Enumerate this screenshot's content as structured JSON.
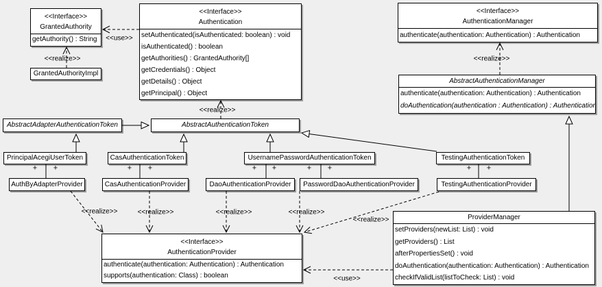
{
  "classes": {
    "granted_authority": {
      "stereotype": "<<Interface>>",
      "name": "GrantedAuthority",
      "methods": [
        "getAuthority() : String"
      ]
    },
    "granted_authority_impl": {
      "name": "GrantedAuthorityImpl"
    },
    "authentication": {
      "stereotype": "<<Interface>>",
      "name": "Authentication",
      "methods": [
        "setAuthenticated(isAuthenticated: boolean) : void",
        "isAuthenticated() : boolean",
        "getAuthorities() : GrantedAuthority[]",
        "getCredentials() : Object",
        "getDetails() : Object",
        "getPrincipal() : Object"
      ]
    },
    "authentication_manager": {
      "stereotype": "<<Interface>>",
      "name": "AuthenticationManager",
      "methods": [
        "authenticate(authentication: Authentication) : Authentication"
      ]
    },
    "abstract_authentication_manager": {
      "name": "AbstractAuthenticationManager",
      "methods": [
        "authenticate(authentication: Authentication) : Authentication",
        "doAuthentication(authentication : Authentication) : Authentication"
      ]
    },
    "abstract_adapter_authentication_token": {
      "name": "AbstractAdapterAuthenticationToken"
    },
    "abstract_authentication_token": {
      "name": "AbstractAuthenticationToken"
    },
    "principal_acegi_user_token": {
      "name": "PrincipalAcegiUserToken"
    },
    "cas_authentication_token": {
      "name": "CasAuthenticationToken"
    },
    "username_password_authentication_token": {
      "name": "UsernamePasswordAuthenticationToken"
    },
    "testing_authentication_token": {
      "name": "TestingAuthenticationToken"
    },
    "auth_by_adapter_provider": {
      "name": "AuthByAdapterProvider"
    },
    "cas_authentication_provider": {
      "name": "CasAuthenticationProvider"
    },
    "dao_authentication_provider": {
      "name": "DaoAuthenticationProvider"
    },
    "password_dao_authentication_provider": {
      "name": "PasswordDaoAuthenticationProvider"
    },
    "testing_authentication_provider": {
      "name": "TestingAuthenticationProvider"
    },
    "authentication_provider": {
      "stereotype": "<<Interface>>",
      "name": "AuthenticationProvider",
      "methods": [
        "authenticate(authentication: Authentication) : Authentication",
        "supports(authentication: Class) : boolean"
      ]
    },
    "provider_manager": {
      "name": "ProviderManager",
      "methods": [
        "setProviders(newList: List) : void",
        "getProviders() : List",
        "afterPropertiesSet() : void",
        "doAuthentication(authentication: Authentication) : Authentication",
        "checkIfValidList(listToCheck: List) : void"
      ]
    }
  },
  "edge_labels": {
    "use": "<<use>>",
    "realize": "<<realize>>",
    "plus": "+"
  },
  "colors": {
    "background": "#efefef",
    "box_fill": "#ffffff",
    "box_border": "#000000",
    "box_shadow": "#9e9e9e"
  }
}
